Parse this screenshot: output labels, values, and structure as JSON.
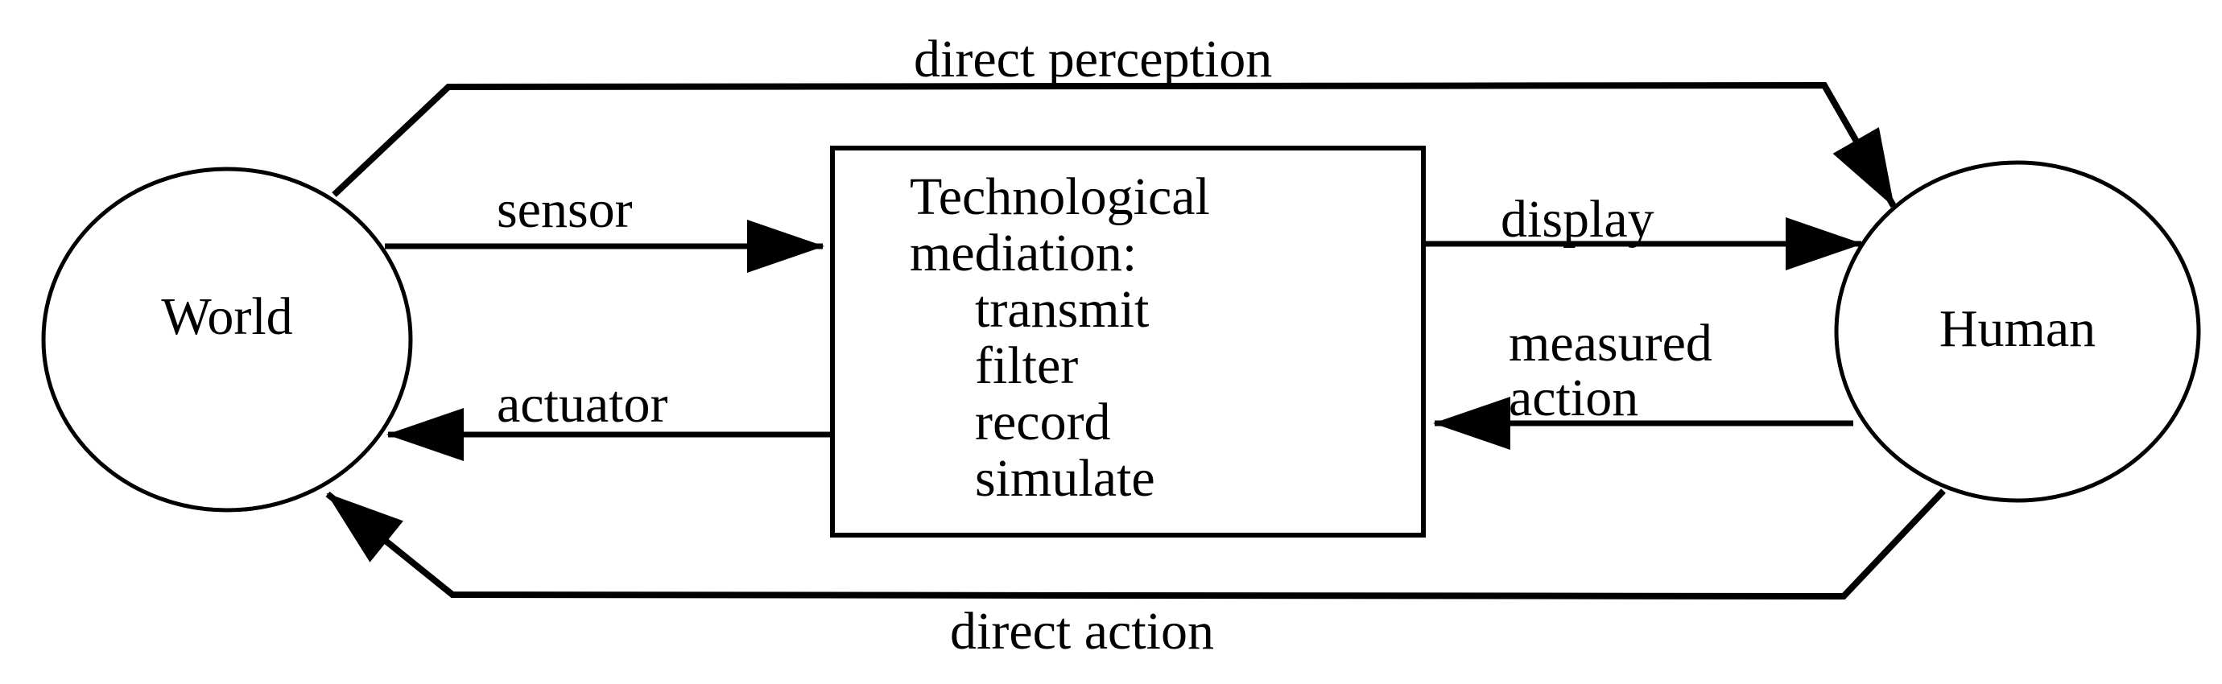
{
  "figure": {
    "background": "#ffffff",
    "stroke_color": "#000000",
    "nodes": {
      "world": {
        "label": "World"
      },
      "human": {
        "label": "Human"
      },
      "mediation": {
        "title_line1": "Technological",
        "title_line2": "mediation:",
        "functions": [
          "transmit",
          "filter",
          "record",
          "simulate"
        ]
      }
    },
    "edges": {
      "direct_perception": {
        "label": "direct perception",
        "from": "world",
        "to": "human"
      },
      "sensor": {
        "label": "sensor",
        "from": "world",
        "to": "mediation"
      },
      "display": {
        "label": "display",
        "from": "mediation",
        "to": "human"
      },
      "actuator": {
        "label": "actuator",
        "from": "mediation",
        "to": "world"
      },
      "measured_action": {
        "label_line1": "measured",
        "label_line2": "action",
        "from": "human",
        "to": "mediation"
      },
      "direct_action": {
        "label": "direct action",
        "from": "human",
        "to": "world"
      }
    }
  }
}
